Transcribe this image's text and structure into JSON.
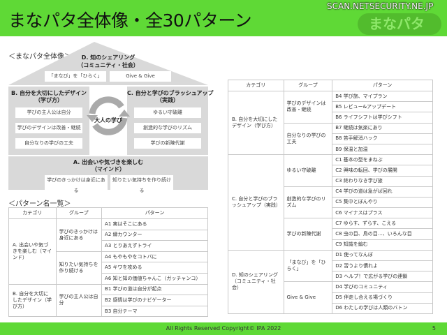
{
  "header": {
    "title": "まなパタ全体像・全30パターン",
    "watermark": "SCAN.NETSECURITY.NE.JP",
    "logo_text": "まなパタ"
  },
  "colors": {
    "header_green": "#5fd936",
    "panel_gray": "#d9d9d9"
  },
  "overview": {
    "section_title": "＜まなパタ全体像＞",
    "D": {
      "title1": "D. 知のシェアリング",
      "title2": "（コミュニティ・社会）",
      "items": [
        "「まなび」を「ひらく」",
        "Give & Give"
      ]
    },
    "B": {
      "title1": "B. 自分を大切にしたデザイン",
      "title2": "（学び方）",
      "items": [
        "学びの主人公は自分",
        "学びのデザインは改善・継続",
        "自分なりの学びの工夫"
      ]
    },
    "C": {
      "title1": "C. 自分と学びのブラッシュアップ",
      "title2": "（実践）",
      "items": [
        "ゆるい守破離",
        "創造的な学びのリズム",
        "学びの新陳代謝"
      ]
    },
    "A": {
      "title1": "A. 出会いや気づきを楽しむ",
      "title2": "（マインド）",
      "items": [
        "学びのきっかけは身近にある",
        "知りたい気持ちを作り続ける"
      ]
    },
    "center": "大人の学び",
    "center_icon": "cycle-arrows-icon"
  },
  "list_title": "＜パターン名一覧＞",
  "table_headers": [
    "カテゴリ",
    "グループ",
    "パターン"
  ],
  "left_table": [
    {
      "category": "A. 出会いや気づきを楽しむ（マインド）",
      "groups": [
        {
          "name": "学びのきっかけは身近にある",
          "patterns": [
            "A1 実はそこにある",
            "A2 縁カウンター",
            "A3 とりあえずトライ"
          ]
        },
        {
          "name": "知りたい気持ちを作り続ける",
          "patterns": [
            "A4 もやもやをコトバに",
            "A5 キワを攻める",
            "A6 知と知の価値ちゃんこ（ガッチャンコ）"
          ]
        }
      ]
    },
    {
      "category": "B. 自分を大切にしたデザイン（学び方）",
      "groups": [
        {
          "name": "学びの主人公は自分",
          "patterns": [
            "B1 学びの道は自分が起点",
            "B2 感情は学びのナビゲーター",
            "B3 自分テーマ"
          ]
        }
      ]
    }
  ],
  "right_table": [
    {
      "category": "B. 自分を大切にしたデザイン（学び方）",
      "groups": [
        {
          "name": "学びのデザインは改善・継続",
          "patterns": [
            "B4 学び旅、マイプラン",
            "B5 レビュー&アップデート",
            "B6 ライフシフトは学びシフト"
          ]
        },
        {
          "name": "自分なりの学びの工夫",
          "patterns": [
            "B7 継続は気楽にあり",
            "B8 苦手解消ハック",
            "B9 保温と加温"
          ]
        }
      ]
    },
    {
      "category": "C. 自分と学びのブラッシュアップ（実践）",
      "groups": [
        {
          "name": "ゆるい守破離",
          "patterns": [
            "C1 基本の型をまねぶ",
            "C2 興味の転回、学びの展開",
            "C3 終わりなき学び旅"
          ]
        },
        {
          "name": "創造的な学びのリズム",
          "patterns": [
            "C4 学びの道は急がば回れ",
            "C5 集中とぼんやり",
            "C6 マイナスはプラス"
          ]
        },
        {
          "name": "学びの新陳代謝",
          "patterns": [
            "C7 ゆらす、ずらす、こえる",
            "C8 虫の目、鳥の目…、いろんな目",
            "C9 知識を編む"
          ]
        }
      ]
    },
    {
      "category": "D. 知のシェアリング（コミュニティ・社会）",
      "groups": [
        {
          "name": "「まなび」を「ひらく」",
          "patterns": [
            "D1 使ってなんぼ",
            "D2 習うより慣れよ",
            "D3 ヘルプ！で広がる学びの連鎖"
          ]
        },
        {
          "name": "Give & Give",
          "patterns": [
            "D4 学びのコミュニティ",
            "D5 伴走し合える場づくり",
            "D6 わたしの学びは人類のバトン"
          ]
        }
      ]
    }
  ],
  "footer": {
    "copyright": "All Rights Reserved Copyright© IPA 2022",
    "page_number": "5"
  }
}
